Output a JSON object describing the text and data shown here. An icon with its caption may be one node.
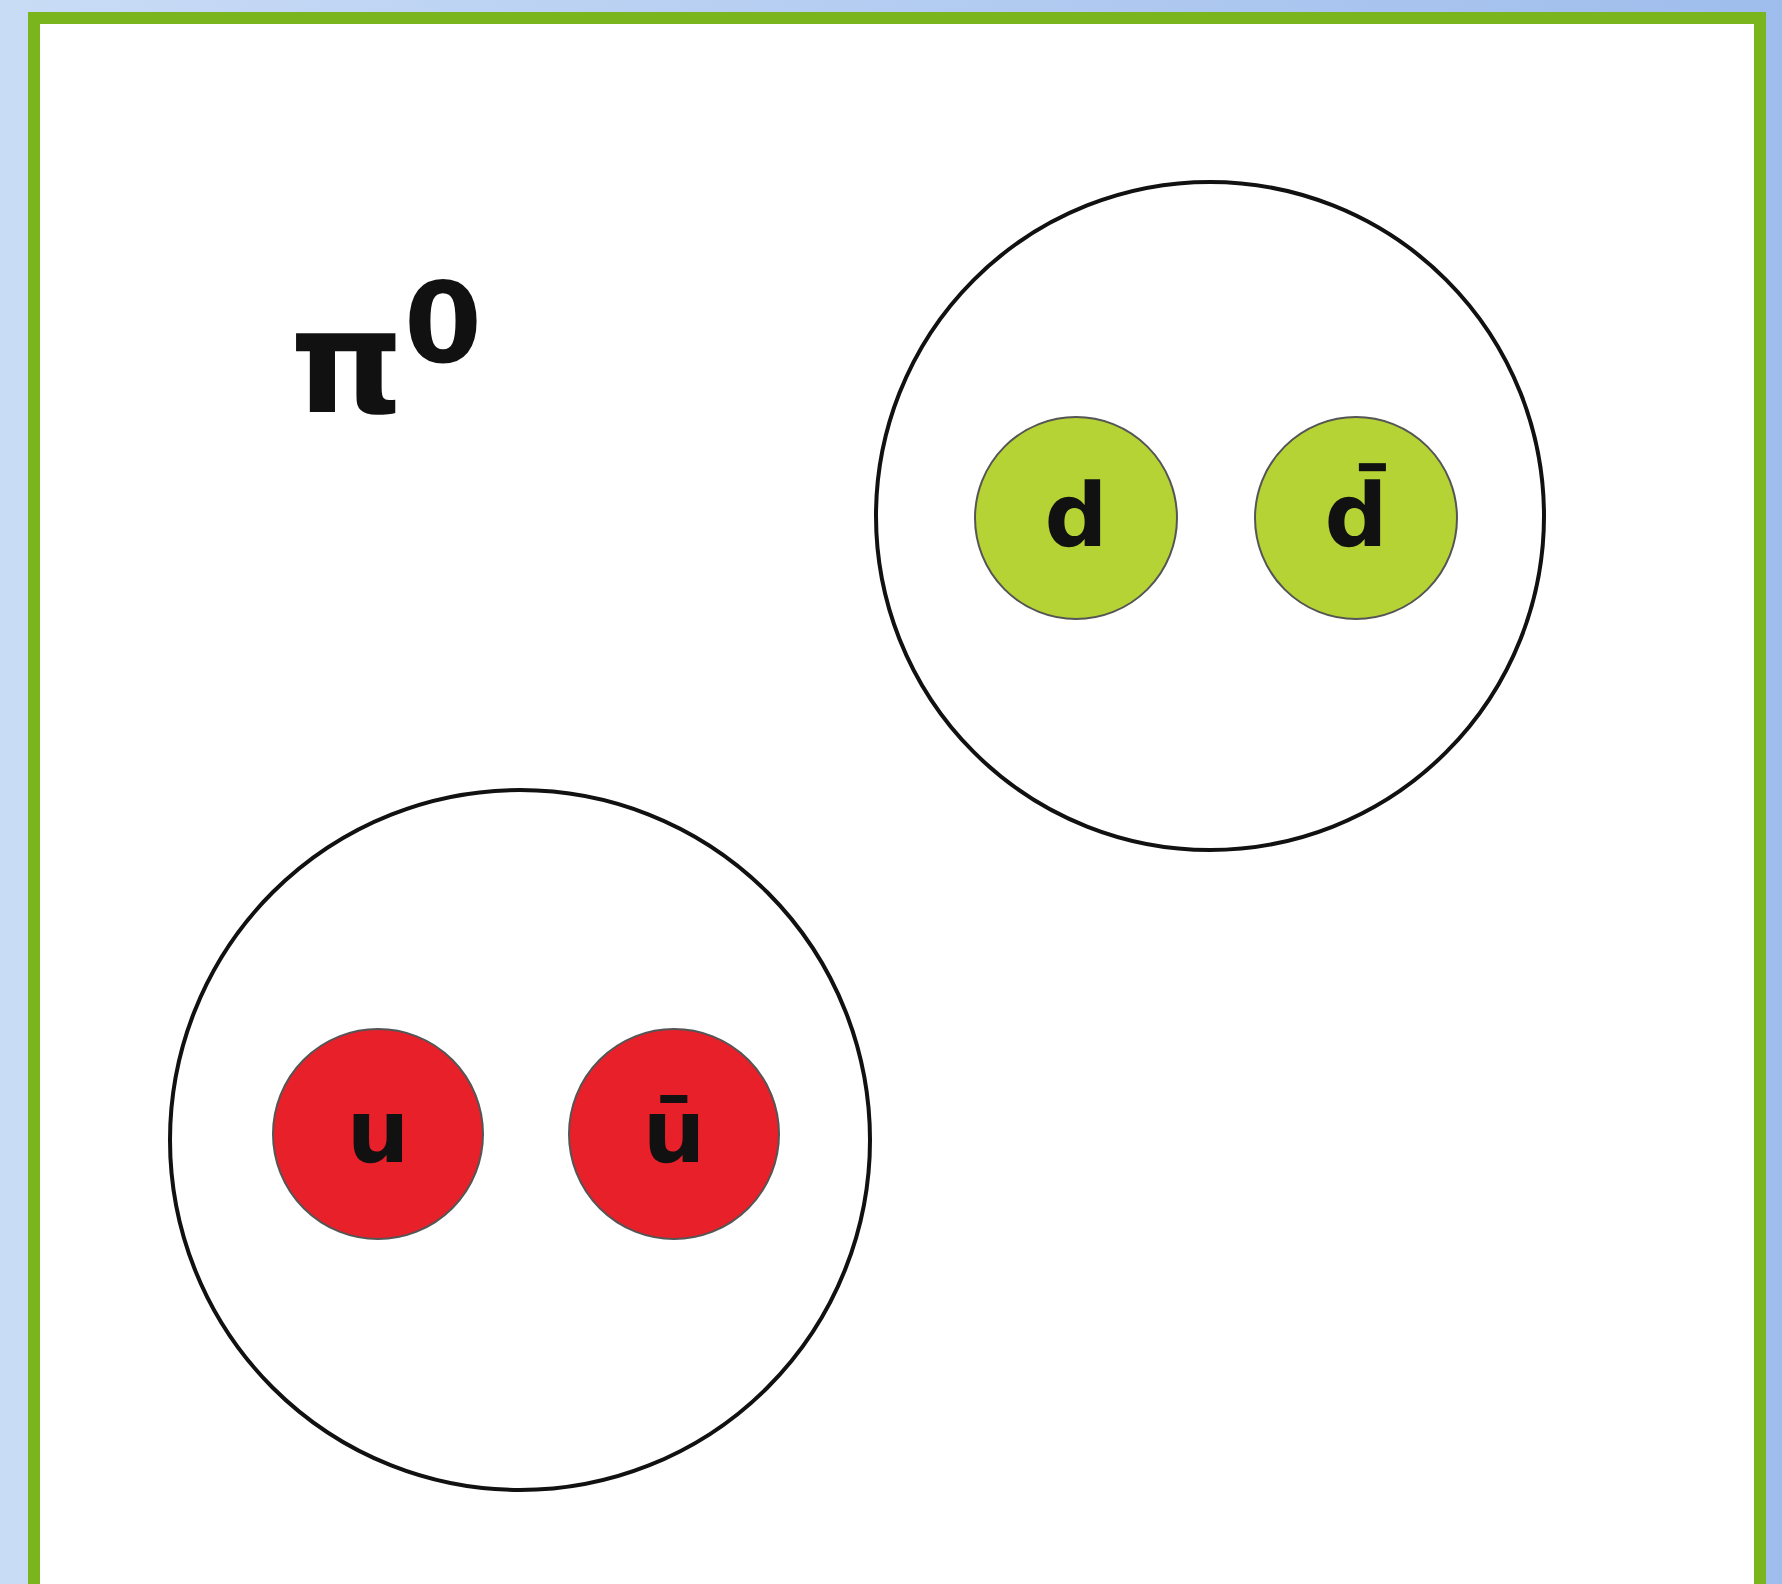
{
  "diagram": {
    "title": "π$^{0}$",
    "nodes": [
      {
        "text": [],
        "shape": "circle"
      },
      {
        "text": [
          "d"
        ],
        "in": 0
      },
      {
        "text": [
          "d̄"
        ],
        "in": 0
      },
      {
        "text": [],
        "shape": "circle"
      },
      {
        "text": [
          "u"
        ],
        "in": 3
      },
      {
        "text": [
          "ū"
        ],
        "in": 3
      }
    ]
  }
}
